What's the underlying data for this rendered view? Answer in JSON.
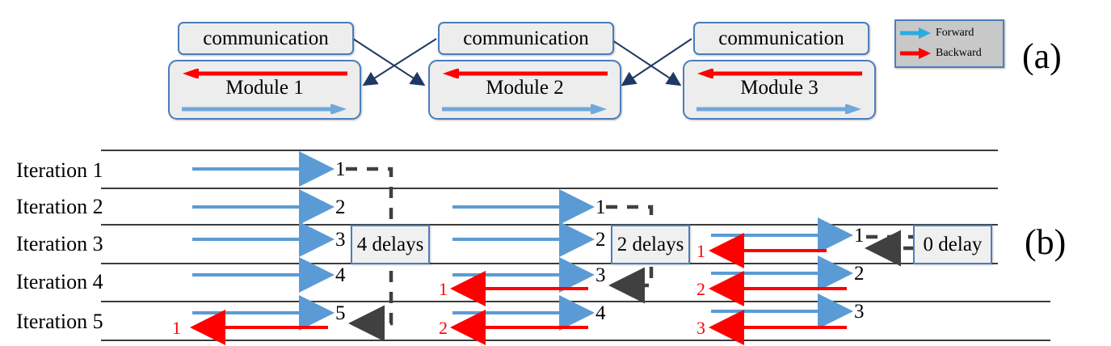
{
  "figure": {
    "panel_a_tag": "(a)",
    "panel_b_tag": "(b)"
  },
  "panel_a": {
    "comm_label": "communication",
    "modules": [
      {
        "label": "Module 1",
        "comm": "communication"
      },
      {
        "label": "Module 2",
        "comm": "communication"
      },
      {
        "label": "Module 3",
        "comm": "communication"
      }
    ],
    "legend": {
      "items": [
        {
          "label": "Forward",
          "color": "#29ABE2",
          "icon": "right-arrow-icon"
        },
        {
          "label": "Backward",
          "color": "#FF0000",
          "icon": "right-arrow-icon"
        }
      ],
      "background": "#C8C8C8",
      "border": "#4A7EBB"
    }
  },
  "panel_b": {
    "row_labels": [
      "Iteration 1",
      "Iteration 2",
      "Iteration 3",
      "Iteration 4",
      "Iteration 5"
    ],
    "delay_boxes": [
      {
        "label": "4 delays",
        "row": 3,
        "column": 1
      },
      {
        "label": "2 delays",
        "row": 3,
        "column": 2
      },
      {
        "label": "0 delay",
        "row": 3,
        "column": 3
      }
    ],
    "colors": {
      "forward": "#5B9BD5",
      "backward": "#FF0000",
      "dashed": "#404040",
      "separator": "#3c3c3c",
      "box_border": "#4A7EBB",
      "box_fill": "#F0F0F0"
    },
    "schedule": [
      {
        "iteration": "Iteration 1",
        "forward": [
          {
            "column": 1,
            "tag": "1"
          }
        ],
        "backward": []
      },
      {
        "iteration": "Iteration 2",
        "forward": [
          {
            "column": 1,
            "tag": "2"
          },
          {
            "column": 2,
            "tag": "1"
          }
        ],
        "backward": []
      },
      {
        "iteration": "Iteration 3",
        "forward": [
          {
            "column": 1,
            "tag": "3"
          },
          {
            "column": 2,
            "tag": "2"
          },
          {
            "column": 3,
            "tag": "1"
          }
        ],
        "backward": [
          {
            "column": 3,
            "tag": "1"
          }
        ]
      },
      {
        "iteration": "Iteration 4",
        "forward": [
          {
            "column": 1,
            "tag": "4"
          },
          {
            "column": 2,
            "tag": "3"
          },
          {
            "column": 3,
            "tag": "2"
          }
        ],
        "backward": [
          {
            "column": 2,
            "tag": "1"
          },
          {
            "column": 3,
            "tag": "2"
          }
        ]
      },
      {
        "iteration": "Iteration 5",
        "forward": [
          {
            "column": 1,
            "tag": "5"
          },
          {
            "column": 2,
            "tag": "4"
          },
          {
            "column": 3,
            "tag": "3"
          }
        ],
        "backward": [
          {
            "column": 1,
            "tag": "1"
          },
          {
            "column": 2,
            "tag": "2"
          },
          {
            "column": 3,
            "tag": "3"
          }
        ]
      }
    ]
  }
}
